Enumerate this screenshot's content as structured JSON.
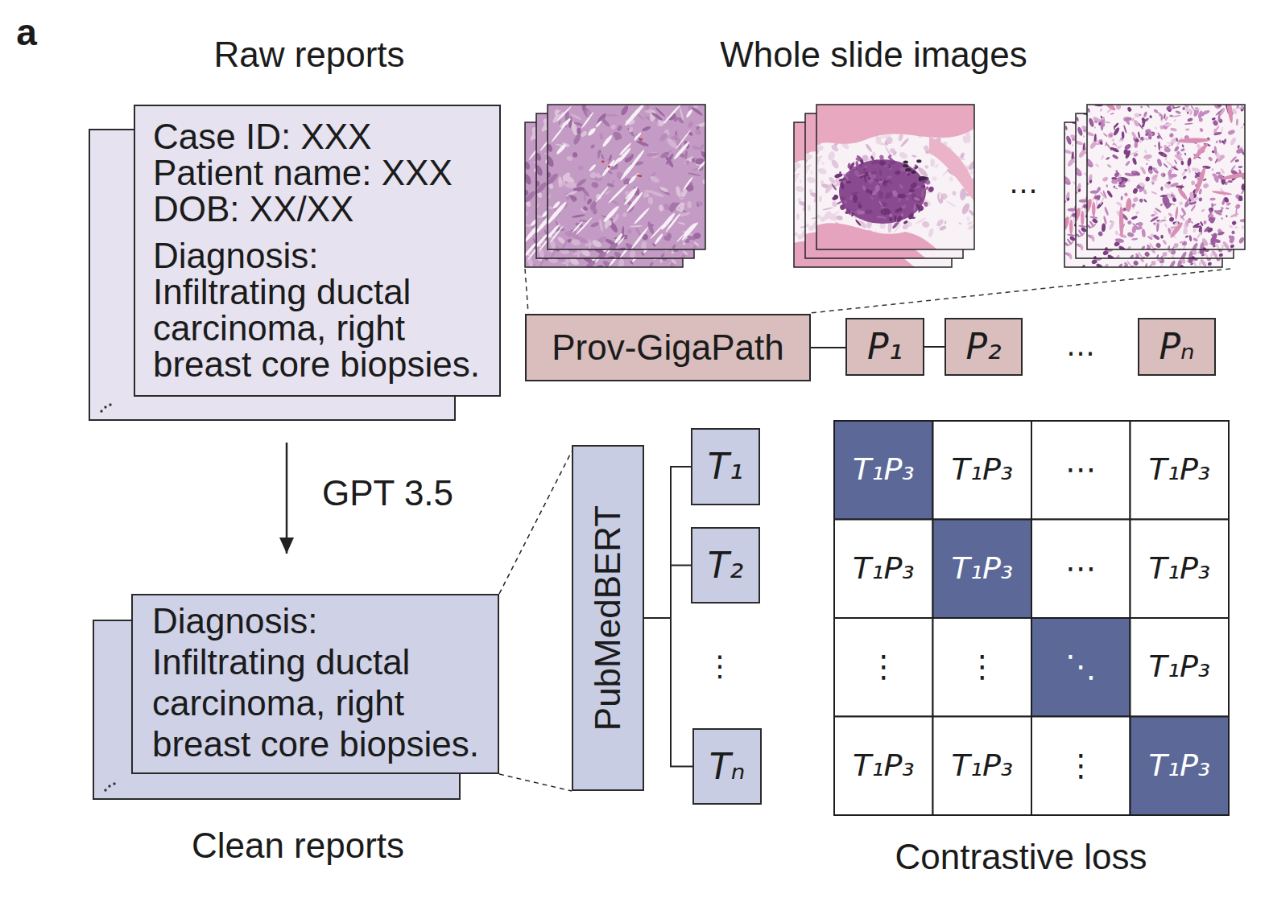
{
  "diagram": {
    "nodes": [
      {
        "text": [
          "Raw reports",
          "Case ID: XXX",
          "Patient name: XXX",
          "DOB: XX/XX",
          "Diagnosis:",
          "Infiltrating ductal carcinoma, right breast core biopsies."
        ]
      },
      {
        "text": [
          "Prov-GigaPath"
        ]
      },
      {
        "text": [
          "P₁"
        ]
      },
      {
        "text": [
          "P₂"
        ]
      },
      {
        "text": [
          "Pₙ"
        ]
      },
      {
        "text": [
          "PubMedBERT"
        ]
      },
      {
        "text": [
          "T₁"
        ]
      },
      {
        "text": [
          "T₂"
        ]
      },
      {
        "text": [
          "Tₙ"
        ]
      },
      {
        "text": [
          "Diagnosis:",
          "Infiltrating ductal carcinoma, right breast core biopsies.",
          "Clean reports"
        ]
      }
    ],
    "edges": [
      {
        "from": 0,
        "to": 9,
        "label": "GPT 3.5",
        "arrow": "to"
      },
      {
        "from": 1,
        "to": 2,
        "arrow": "none"
      },
      {
        "from": 2,
        "to": 3,
        "arrow": "none"
      },
      {
        "from": 9,
        "to": 5,
        "arrow": "none"
      },
      {
        "from": 5,
        "to": 6,
        "arrow": "none"
      },
      {
        "from": 5,
        "to": 7,
        "arrow": "none"
      },
      {
        "from": 5,
        "to": 8,
        "arrow": "none"
      }
    ],
    "labels": [
      "a",
      "Whole slide images",
      "…",
      "…",
      "⋮",
      "T₁P₃",
      "T₁P₃",
      "⋯",
      "T₁P₃",
      "T₁P₃",
      "T₁P₃",
      "⋯",
      "T₁P₃",
      "⋮",
      "⋮",
      "⋱",
      "T₁P₃",
      "T₁P₃",
      "T₁P₃",
      "⋮",
      "T₁P₃",
      "Contrastive loss"
    ]
  }
}
